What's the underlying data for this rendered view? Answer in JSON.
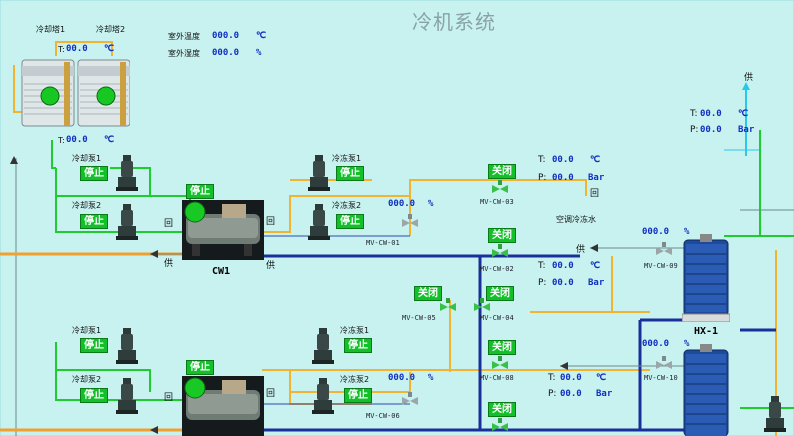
{
  "title": "冷机系统",
  "towers": {
    "name1": "冷却塔1",
    "name2": "冷却塔2",
    "t_top_label": "T:",
    "t_top_value": "00.0",
    "t_top_unit": "℃",
    "t_bottom_label": "T:",
    "t_bottom_value": "00.0",
    "t_bottom_unit": "℃"
  },
  "outdoor": {
    "temp_label": "室外温度",
    "temp_value": "000.0",
    "temp_unit": "℃",
    "hum_label": "室外湿度",
    "hum_value": "000.0",
    "hum_unit": "%"
  },
  "pumps": {
    "cooling1_label": "冷却泵1",
    "cooling2_label": "冷却泵2",
    "chilled1_label": "冷冻泵1",
    "chilled2_label": "冷冻泵2",
    "stop": "停止"
  },
  "chillers": {
    "cw1_label": "CW1",
    "cw1_status": "停止",
    "cw2_status": "停止",
    "return": "回",
    "supply": "供"
  },
  "valves": {
    "closed": "关闭",
    "pct_value": "000.0",
    "pct_unit": "%",
    "mv01": "MV-CW-01",
    "mv02": "MV-CW-02",
    "mv03": "MV-CW-03",
    "mv04": "MV-CW-04",
    "mv05": "MV-CW-05",
    "mv06": "MV-CW-06",
    "mv08": "MV-CW-08",
    "mv09": "MV-CW-09",
    "mv10": "MV-CW-10"
  },
  "readings": {
    "t_label": "T:",
    "p_label": "P:",
    "t_value": "00.0",
    "p_value": "00.0",
    "t_unit": "℃",
    "p_unit": "Bar",
    "ac_chilled_water": "空调冷冻水"
  },
  "hx": {
    "label": "HX-1"
  }
}
